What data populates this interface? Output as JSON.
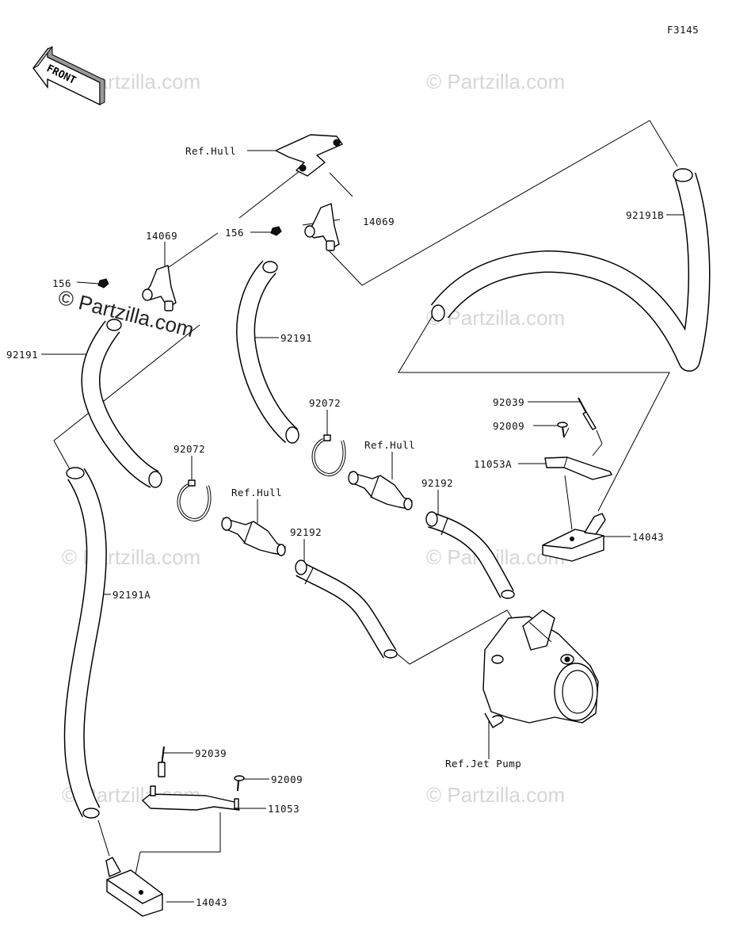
{
  "diagram_code": "F3145",
  "front_arrow": {
    "label": "FRONT"
  },
  "watermark": "© Partzilla.com",
  "labels": {
    "ref_hull_top": "Ref.Hull",
    "l14069_right": "14069",
    "l156_right": "156",
    "l14069_left": "14069",
    "l156_left": "156",
    "l92191_left": "92191",
    "l92191_mid": "92191",
    "l92191b": "92191B",
    "l92072_right": "92072",
    "l92072_left": "92072",
    "ref_hull_right": "Ref.Hull",
    "ref_hull_left": "Ref.Hull",
    "l92192_right": "92192",
    "l92192_left": "92192",
    "l92039_right": "92039",
    "l92009_right": "92009",
    "l11053a": "11053A",
    "l14043_right": "14043",
    "l92191a": "92191A",
    "ref_jet_pump": "Ref.Jet Pump",
    "l92039_bottom": "92039",
    "l92009_bottom": "92009",
    "l11053": "11053",
    "l14043_bottom": "14043"
  }
}
